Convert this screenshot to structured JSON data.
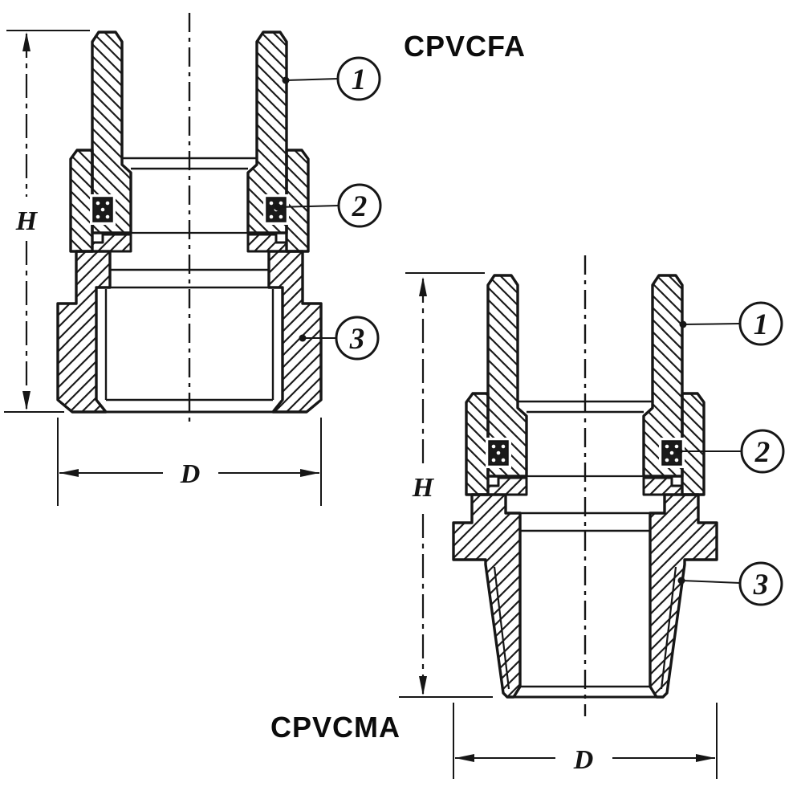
{
  "drawing": {
    "type": "technical-cross-section",
    "fittings": [
      {
        "id": "cpvcfa",
        "label": "CPVCFA",
        "height_label": "H",
        "diameter_label": "D",
        "callouts": [
          {
            "num": "1"
          },
          {
            "num": "2"
          },
          {
            "num": "3"
          }
        ]
      },
      {
        "id": "cpvcma",
        "label": "CPVCMA",
        "height_label": "H",
        "diameter_label": "D",
        "callouts": [
          {
            "num": "1"
          },
          {
            "num": "2"
          },
          {
            "num": "3"
          }
        ]
      }
    ],
    "line_color": "#161616",
    "background": "#ffffff"
  }
}
